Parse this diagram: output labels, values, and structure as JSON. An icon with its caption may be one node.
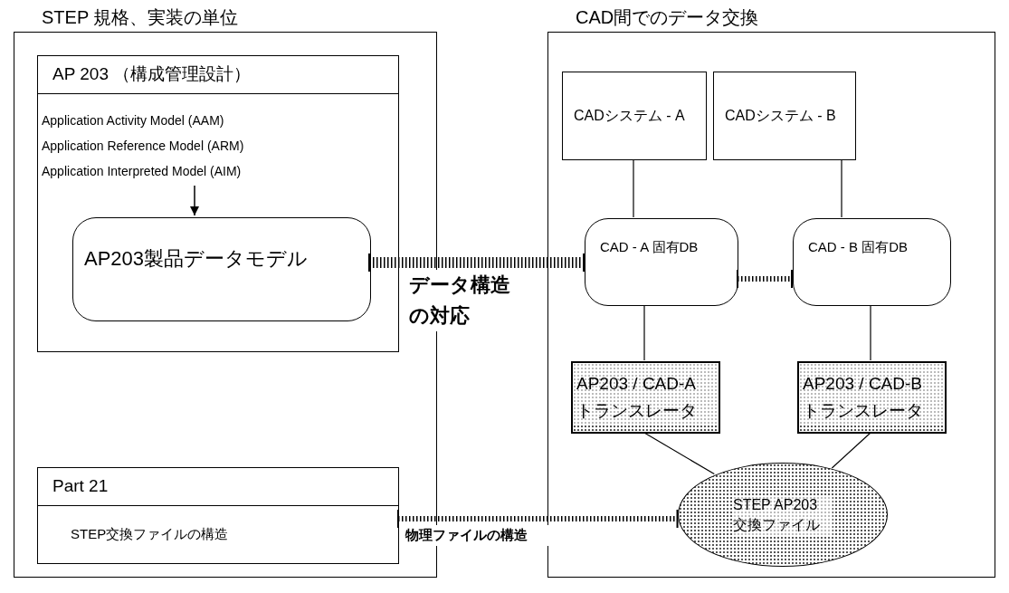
{
  "diagram": {
    "nodes": [
      {
        "text": [
          "STEP 規格、実装の単位"
        ]
      },
      {
        "text": [
          "AP 203 （構成管理設計）"
        ],
        "in": 0
      },
      {
        "text": [
          "Application Activity Model (AAM)",
          "Application Reference Model (ARM)",
          "Application Interpreted Model (AIM)"
        ],
        "in": 1
      },
      {
        "text": [
          "AP203製品データモデル"
        ],
        "in": 1
      },
      {
        "text": [
          "Part 21",
          "STEP交換ファイルの構造"
        ],
        "in": 0
      },
      {
        "text": [
          "CAD間でのデータ交換"
        ]
      },
      {
        "text": [
          "CADシステム - A"
        ],
        "in": 5
      },
      {
        "text": [
          "CADシステム - B"
        ],
        "in": 5
      },
      {
        "text": [
          "CAD - A 固有DB"
        ],
        "in": 5
      },
      {
        "text": [
          "CAD - B 固有DB"
        ],
        "in": 5
      },
      {
        "text": [
          "AP203 / CAD-A トランスレータ"
        ],
        "in": 5
      },
      {
        "text": [
          "AP203 / CAD-B トランスレータ"
        ],
        "in": 5
      },
      {
        "text": [
          "STEP AP203 交換ファイル"
        ],
        "in": 5
      }
    ],
    "edges": [
      {
        "from": 2,
        "to": 3,
        "arrow": "to"
      },
      {
        "from": 3,
        "to": 8,
        "arrow": "other",
        "style": "dashed",
        "label": "データ構造の対応"
      },
      {
        "from": 8,
        "to": 9,
        "arrow": "other",
        "style": "dashed"
      },
      {
        "from": 6,
        "to": 8,
        "arrow": "none"
      },
      {
        "from": 7,
        "to": 9,
        "arrow": "none"
      },
      {
        "from": 8,
        "to": 10,
        "arrow": "none"
      },
      {
        "from": 9,
        "to": 11,
        "arrow": "none"
      },
      {
        "from": 10,
        "to": 12,
        "arrow": "none"
      },
      {
        "from": 11,
        "to": 12,
        "arrow": "none"
      },
      {
        "from": 4,
        "to": 12,
        "arrow": "other",
        "style": "dashed",
        "label": "物理ファイルの構造"
      }
    ]
  }
}
